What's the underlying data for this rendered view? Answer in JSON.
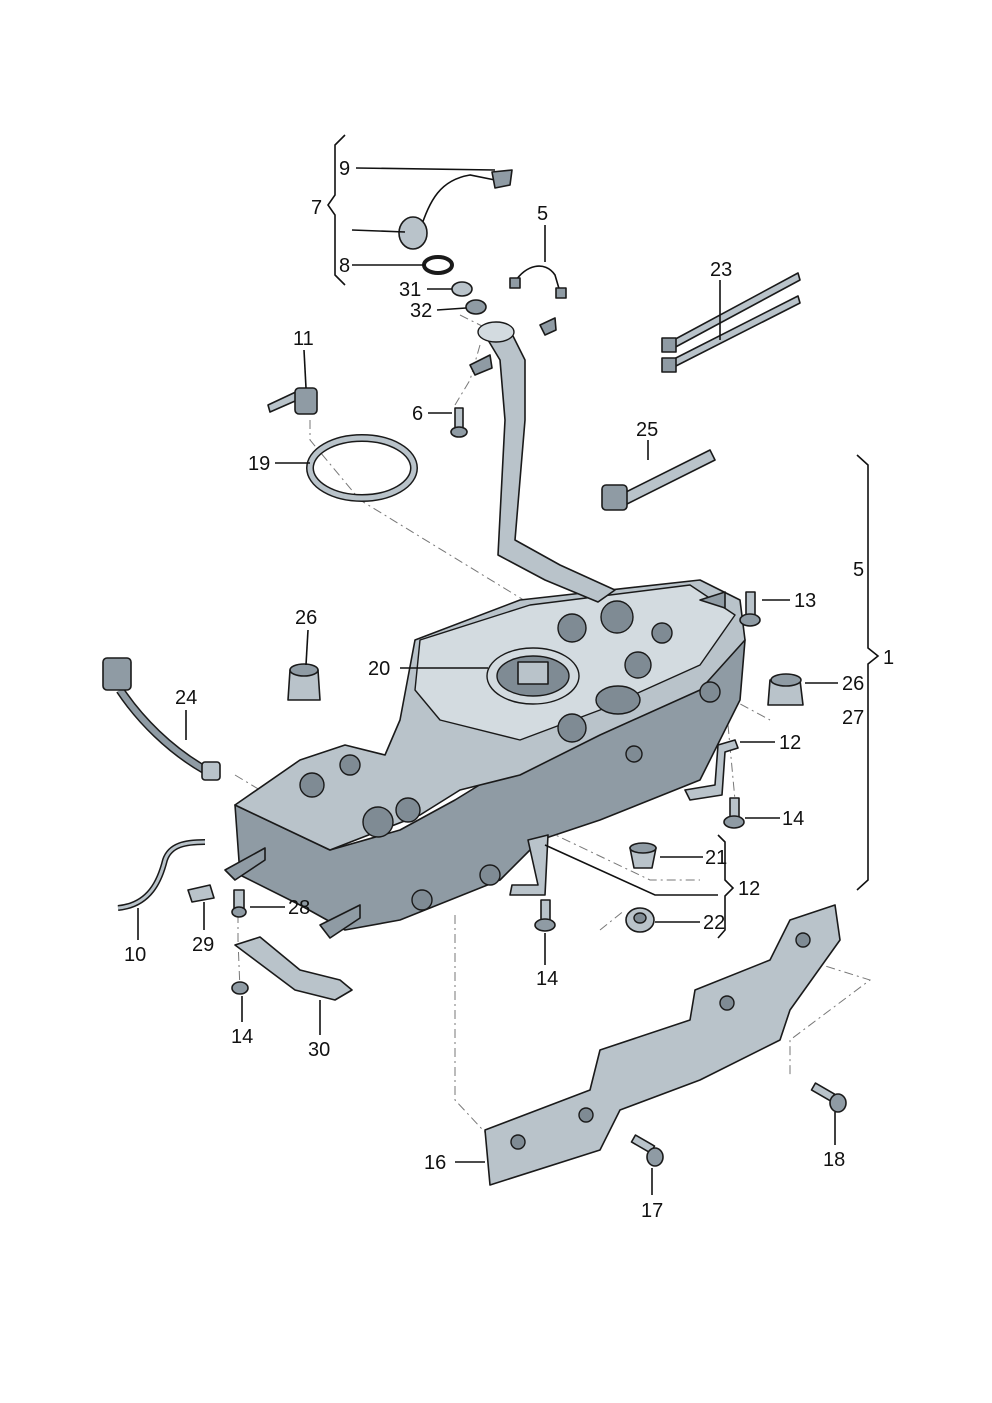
{
  "callouts": [
    {
      "id": "c1",
      "text": "1"
    },
    {
      "id": "c5a",
      "text": "5"
    },
    {
      "id": "c5b",
      "text": "5"
    },
    {
      "id": "c6",
      "text": "6"
    },
    {
      "id": "c7",
      "text": "7"
    },
    {
      "id": "c8",
      "text": "8"
    },
    {
      "id": "c9",
      "text": "9"
    },
    {
      "id": "c10",
      "text": "10"
    },
    {
      "id": "c11",
      "text": "11"
    },
    {
      "id": "c12",
      "text": "12"
    },
    {
      "id": "c13",
      "text": "13"
    },
    {
      "id": "c14a",
      "text": "14"
    },
    {
      "id": "c14b",
      "text": "14"
    },
    {
      "id": "c14c",
      "text": "14"
    },
    {
      "id": "c16",
      "text": "16"
    },
    {
      "id": "c17",
      "text": "17"
    },
    {
      "id": "c18a",
      "text": "18"
    },
    {
      "id": "c18b",
      "text": "18"
    },
    {
      "id": "c19",
      "text": "19"
    },
    {
      "id": "c20",
      "text": "20"
    },
    {
      "id": "c21",
      "text": "21"
    },
    {
      "id": "c22",
      "text": "22"
    },
    {
      "id": "c23",
      "text": "23"
    },
    {
      "id": "c24",
      "text": "24"
    },
    {
      "id": "c25",
      "text": "25"
    },
    {
      "id": "c26a",
      "text": "26"
    },
    {
      "id": "c26b",
      "text": "26"
    },
    {
      "id": "c27",
      "text": "27"
    },
    {
      "id": "c28",
      "text": "28"
    },
    {
      "id": "c29",
      "text": "29"
    },
    {
      "id": "c30",
      "text": "30"
    },
    {
      "id": "c31",
      "text": "31"
    },
    {
      "id": "c32",
      "text": "32"
    }
  ]
}
